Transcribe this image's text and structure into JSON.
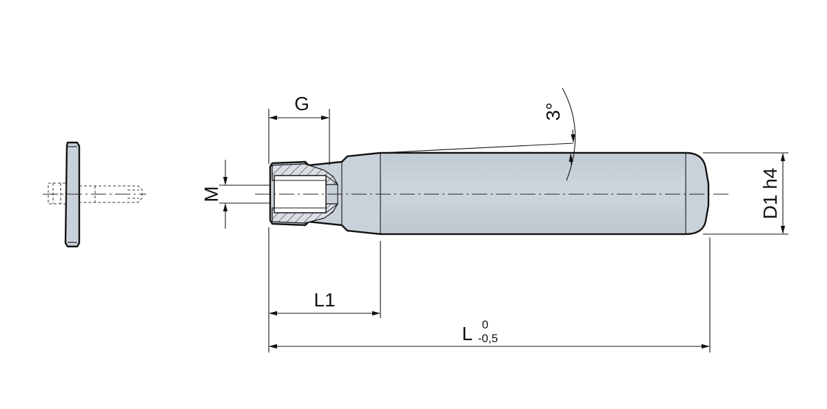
{
  "drawing": {
    "part_fill": "#c9d2da",
    "hatch_fill": "#d9dfe5",
    "line_color": "#111111"
  },
  "dimensions": {
    "g": "G",
    "m": "M",
    "l1": "L1",
    "l": "L",
    "l_tol_upper": "0",
    "l_tol_lower": "-0,5",
    "d1": "D1 h4",
    "angle": "3°"
  }
}
